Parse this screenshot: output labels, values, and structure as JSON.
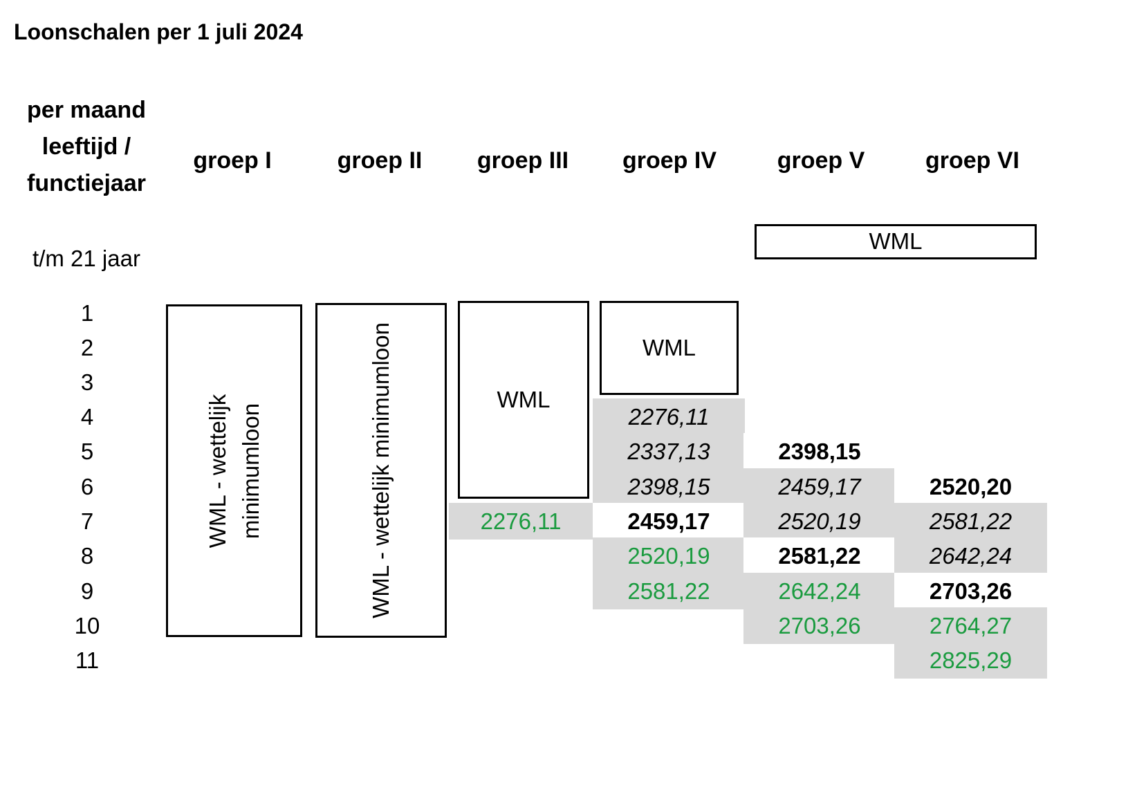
{
  "title": "Loonschalen per 1 juli 2024",
  "header": {
    "row_label_lines": [
      "per maand",
      "leeftijd /",
      "functiejaar"
    ],
    "groups": [
      "groep I",
      "groep II",
      "groep III",
      "groep IV",
      "groep V",
      "groep  VI"
    ]
  },
  "age_row": {
    "label": "t/m 21 jaar",
    "wml": "WML"
  },
  "row_numbers": [
    "1",
    "2",
    "3",
    "4",
    "5",
    "6",
    "7",
    "8",
    "9",
    "10",
    "11"
  ],
  "groep1": {
    "text_lines": [
      "WML - wettelijk",
      "minimumloon"
    ]
  },
  "groep2": {
    "text": "WML - wettelijk minimumloon"
  },
  "groep3": {
    "wml": "WML",
    "values": [
      "2276,11"
    ]
  },
  "groep4": {
    "wml": "WML",
    "values": [
      "2276,11",
      "2337,13",
      "2398,15",
      "2459,17",
      "2520,19",
      "2581,22"
    ]
  },
  "groep5": {
    "values": [
      "2398,15",
      "2459,17",
      "2520,19",
      "2581,22",
      "2642,24",
      "2703,26"
    ]
  },
  "groep6": {
    "values": [
      "2520,20",
      "2581,22",
      "2642,24",
      "2703,26",
      "2764,27",
      "2825,29"
    ]
  },
  "colors": {
    "text_green": "#1a9b3f",
    "shade_gray": "#d9d9d9",
    "text_black": "#000000"
  }
}
